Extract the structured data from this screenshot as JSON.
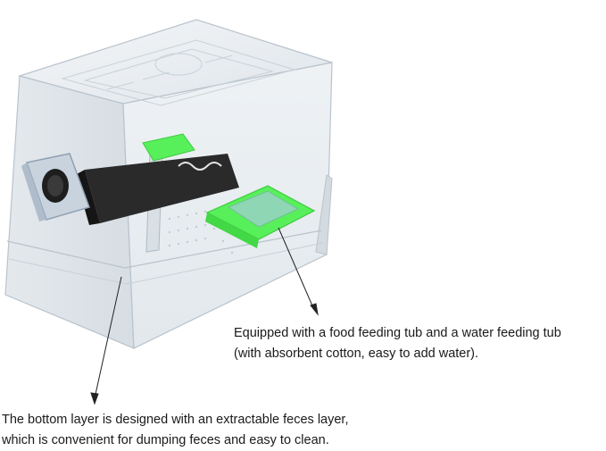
{
  "captions": {
    "feeding_tub": {
      "line1": "Equipped with a food feeding tub and a water feeding tub",
      "line2": "(with absorbent cotton, easy to add water)."
    },
    "bottom_layer": {
      "line1": "The bottom layer is designed with an extractable feces layer,",
      "line2": "which is convenient for dumping feces and easy to clean."
    }
  },
  "colors": {
    "acrylic": "#e9eef2",
    "acrylic_edge": "#b9c3cc",
    "tube": "#2a2a2a",
    "green": "#58f05a",
    "sponge": "#8fd6b4"
  }
}
